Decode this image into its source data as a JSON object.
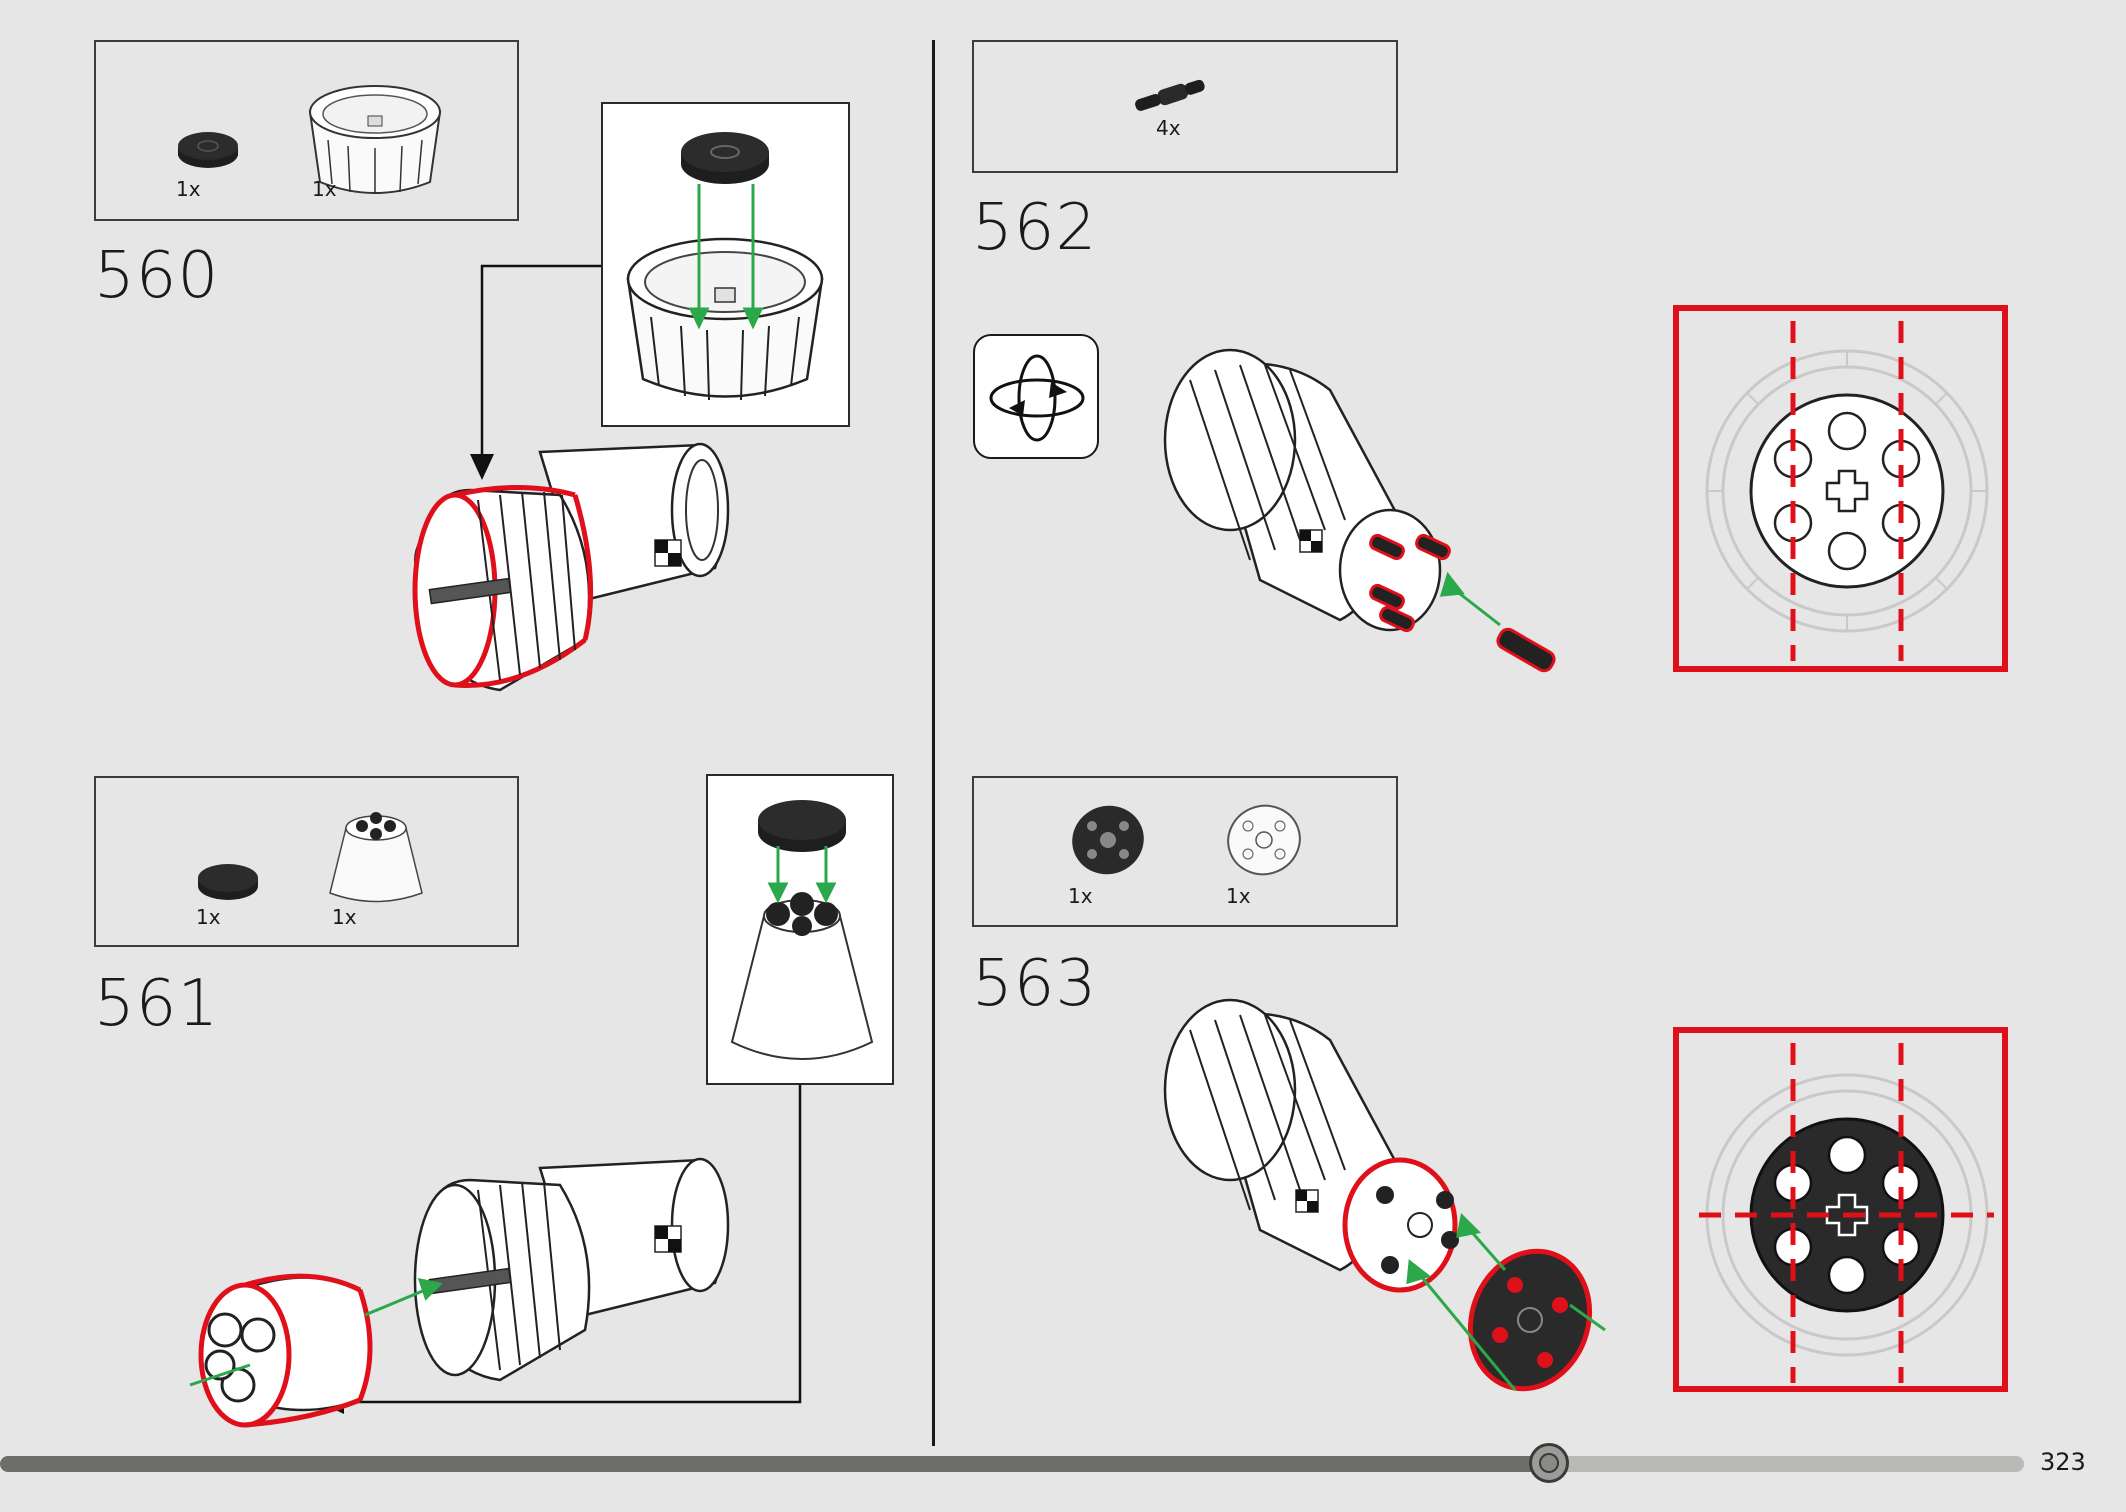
{
  "page": {
    "number": "323",
    "progress": 0.77
  },
  "steps": [
    {
      "number": "560",
      "parts": [
        {
          "qty": "1x",
          "name": "black-round-tile-icon"
        },
        {
          "qty": "1x",
          "name": "white-barrel-icon"
        }
      ]
    },
    {
      "number": "561",
      "parts": [
        {
          "qty": "1x",
          "name": "black-round-tile-icon"
        },
        {
          "qty": "1x",
          "name": "white-cone-icon"
        }
      ]
    },
    {
      "number": "562",
      "parts": [
        {
          "qty": "4x",
          "name": "black-pin-icon"
        }
      ],
      "rotate_icon": "rotate-model-icon"
    },
    {
      "number": "563",
      "parts": [
        {
          "qty": "1x",
          "name": "black-wheel-hub-icon"
        },
        {
          "qty": "1x",
          "name": "white-wheel-hub-icon"
        }
      ]
    }
  ],
  "colors": {
    "highlight_red": "#e0101b",
    "arrow_green": "#2aa84a",
    "background": "#e6e6e6"
  }
}
